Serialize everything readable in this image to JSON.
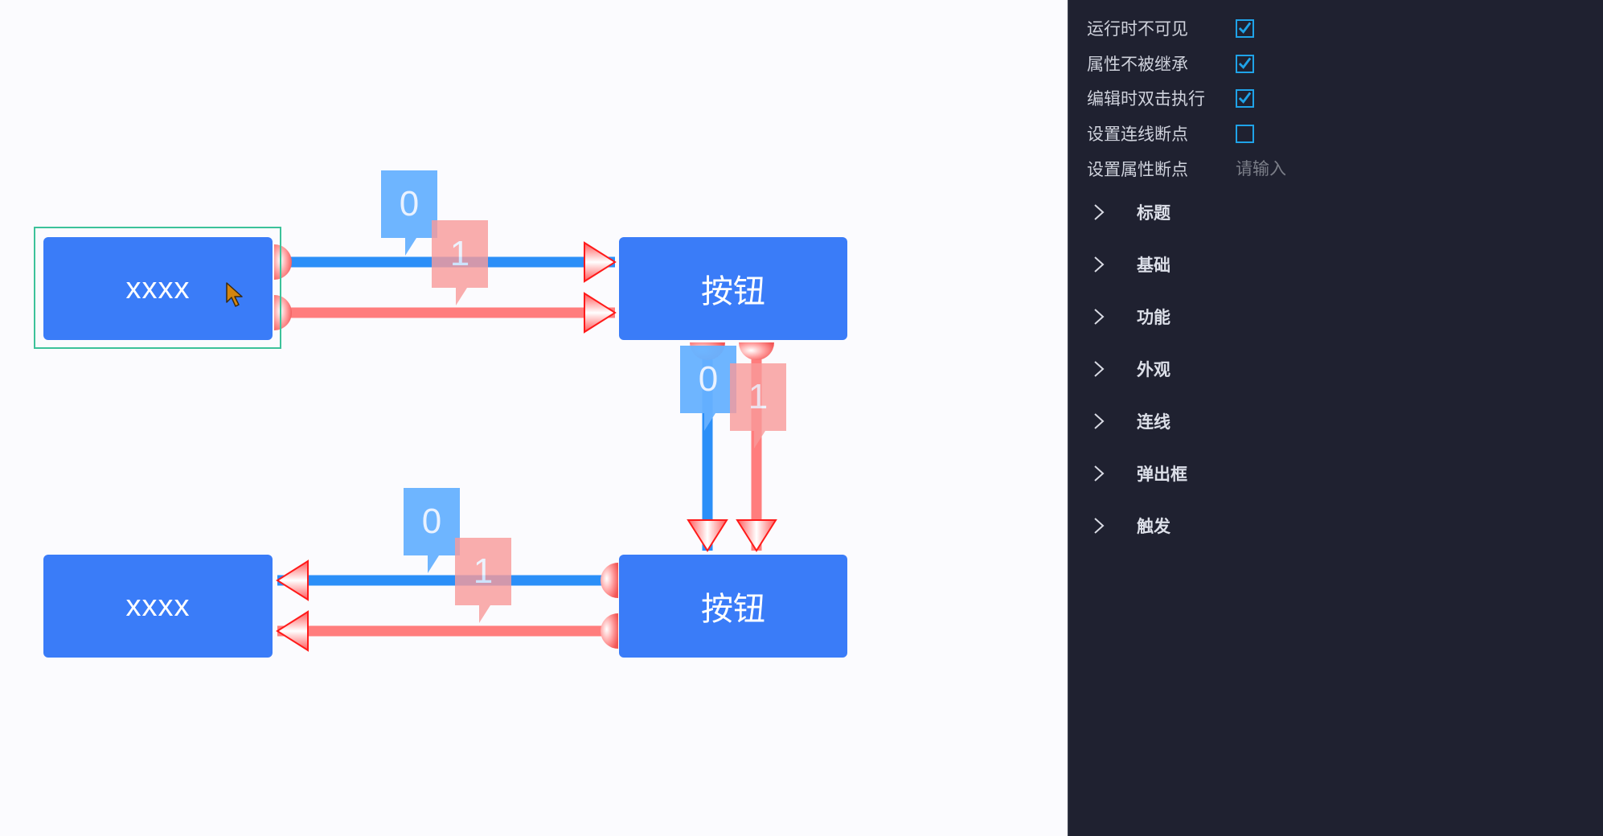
{
  "canvas": {
    "nodes": [
      {
        "id": "node-a",
        "label": "xxxx",
        "type": "text",
        "selected": true
      },
      {
        "id": "node-b",
        "label": "按钮",
        "type": "button",
        "selected": false
      },
      {
        "id": "node-c",
        "label": "xxxx",
        "type": "text",
        "selected": false
      },
      {
        "id": "node-d",
        "label": "按钮",
        "type": "button",
        "selected": false
      }
    ],
    "connections": [
      {
        "from": "node-a",
        "to": "node-b",
        "port_label": "0",
        "kind": "primary"
      },
      {
        "from": "node-a",
        "to": "node-b",
        "port_label": "1",
        "kind": "secondary"
      },
      {
        "from": "node-b",
        "to": "node-d",
        "port_label": "0",
        "kind": "primary"
      },
      {
        "from": "node-b",
        "to": "node-d",
        "port_label": "1",
        "kind": "secondary"
      },
      {
        "from": "node-d",
        "to": "node-c",
        "port_label": "0",
        "kind": "primary"
      },
      {
        "from": "node-d",
        "to": "node-c",
        "port_label": "1",
        "kind": "secondary"
      }
    ],
    "colors": {
      "node_fill": "#3a7cf8",
      "primary_line": "#2b8ff8",
      "primary_tag": "#66b1ff",
      "secondary_line": "#ff7d7d",
      "secondary_tag": "#f99a9a",
      "arrow_stroke": "#ff1a1a",
      "selection_border": "#3cc29a"
    }
  },
  "panel": {
    "properties": [
      {
        "label": "运行时不可见",
        "type": "checkbox",
        "checked": true
      },
      {
        "label": "属性不被继承",
        "type": "checkbox",
        "checked": true
      },
      {
        "label": "编辑时双击执行",
        "type": "checkbox",
        "checked": true
      },
      {
        "label": "设置连线断点",
        "type": "checkbox",
        "checked": false
      },
      {
        "label": "设置属性断点",
        "type": "input",
        "value": "",
        "placeholder": "请输入"
      }
    ],
    "sections": [
      {
        "title": "标题",
        "expanded": false
      },
      {
        "title": "基础",
        "expanded": false
      },
      {
        "title": "功能",
        "expanded": false
      },
      {
        "title": "外观",
        "expanded": false
      },
      {
        "title": "连线",
        "expanded": false
      },
      {
        "title": "弹出框",
        "expanded": false
      },
      {
        "title": "触发",
        "expanded": false
      }
    ],
    "colors": {
      "background": "#1f2130",
      "checkbox_accent": "#1fa3e8"
    }
  }
}
